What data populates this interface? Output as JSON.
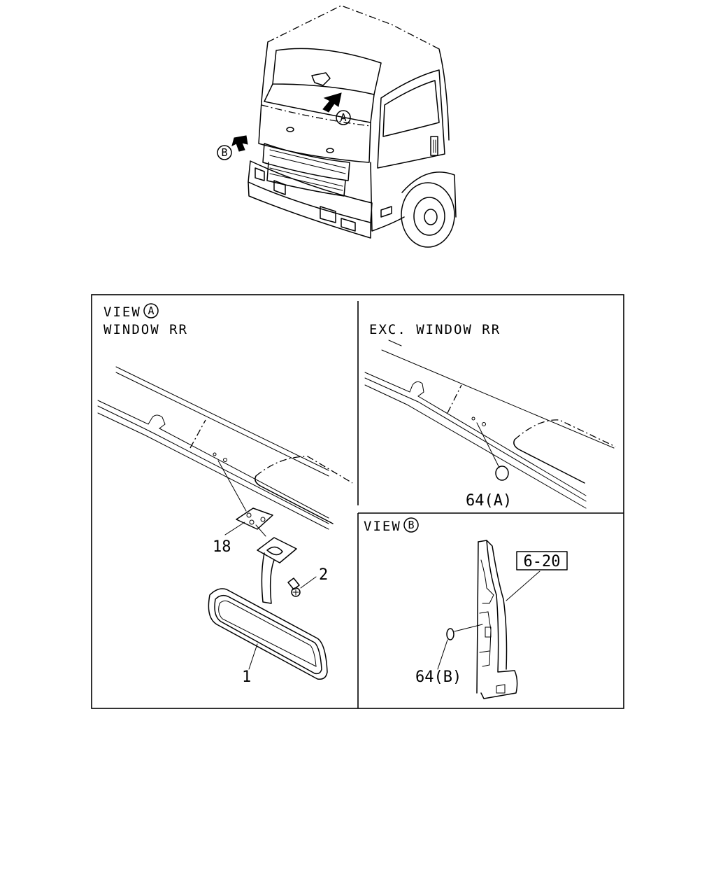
{
  "truck": {
    "marker_a": "A",
    "marker_b": "B"
  },
  "view_a": {
    "title_prefix": "VIEW",
    "marker": "A",
    "subtitle": "WINDOW RR",
    "callouts": {
      "mirror": "1",
      "screw": "2",
      "bracket": "18"
    }
  },
  "exc_window": {
    "title": "EXC. WINDOW RR",
    "callout": "64(A)"
  },
  "view_b": {
    "title_prefix": "VIEW",
    "marker": "B",
    "ref_box": "6-20",
    "callout": "64(B)"
  }
}
